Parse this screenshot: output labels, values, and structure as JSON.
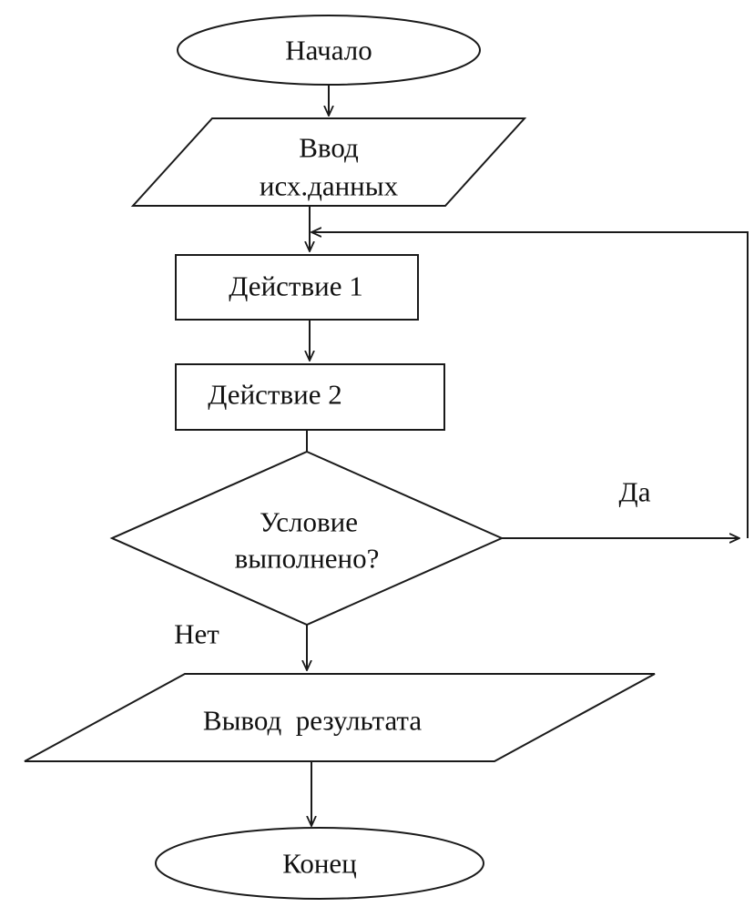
{
  "flowchart": {
    "start": "Начало",
    "input": {
      "line1": "Ввод",
      "line2": "исх.данных"
    },
    "action1": "Действие 1",
    "action2": "Действие 2",
    "condition": {
      "line1": "Условие",
      "line2": "выполнено?"
    },
    "yes_label": "Да",
    "no_label": "Нет",
    "output": "Вывод  результата",
    "end": "Конец"
  }
}
